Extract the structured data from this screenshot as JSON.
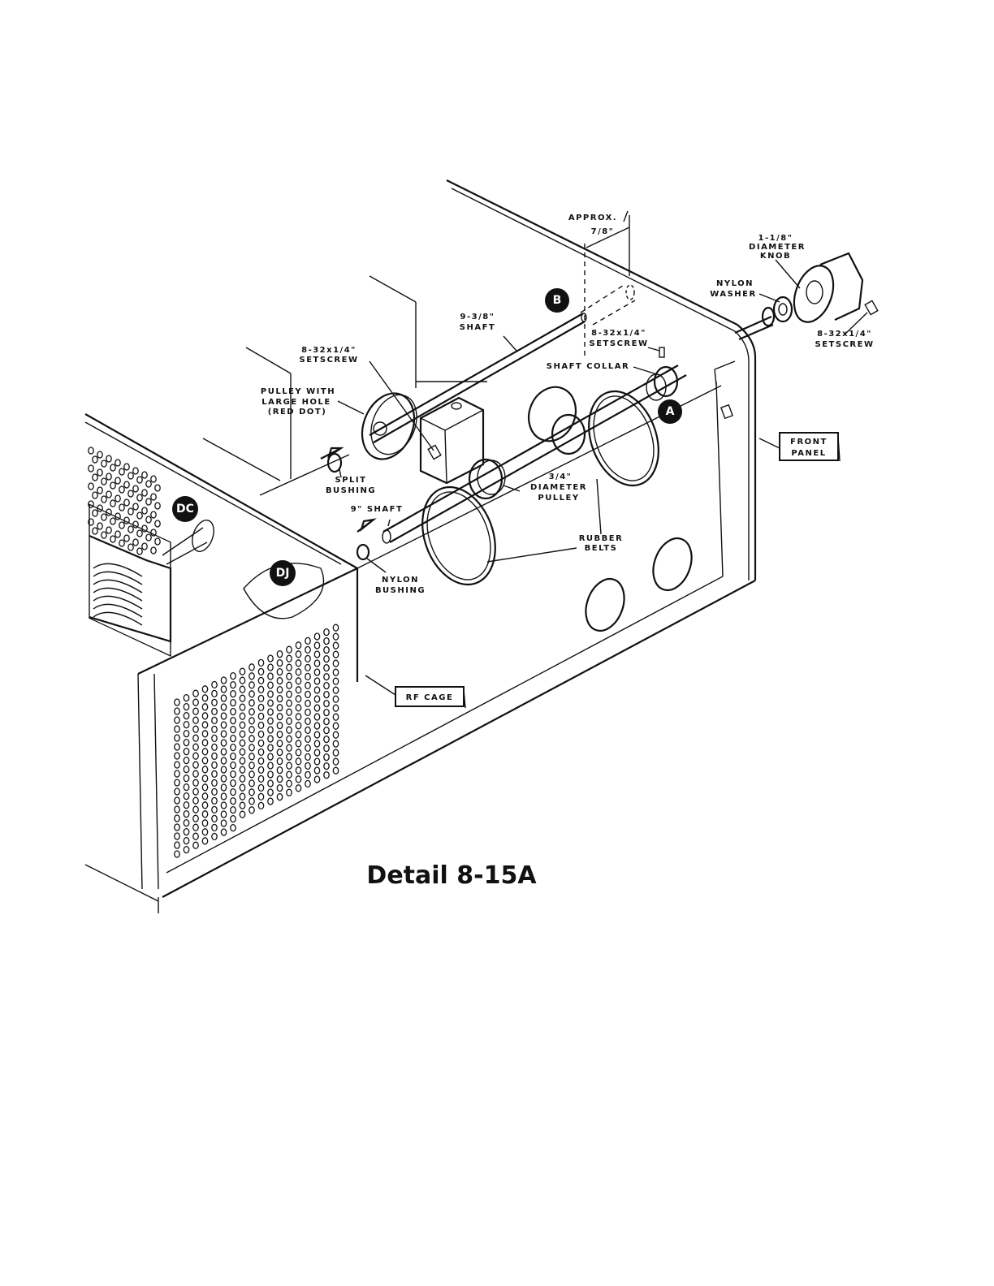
{
  "figure": {
    "title": "Detail 8-15A",
    "callouts": {
      "a": "A",
      "b": "B",
      "dc": "DC",
      "dj": "DJ"
    },
    "labels": {
      "approx": "APPROX.",
      "dim_78": "7/8\"",
      "knob_1": "1-1/8\"",
      "knob_2": "DIAMETER",
      "knob_3": "KNOB",
      "nylon_washer_1": "NYLON",
      "nylon_washer_2": "WASHER",
      "setscrew_right_1": "8-32x1/4\"",
      "setscrew_right_2": "SETSCREW",
      "shaft938_1": "9-3/8\"",
      "shaft938_2": "SHAFT",
      "setscrew_mid_1": "8-32x1/4\"",
      "setscrew_mid_2": "SETSCREW",
      "shaft_collar": "SHAFT COLLAR",
      "setscrew_left_1": "8-32x1/4\"",
      "setscrew_left_2": "SETSCREW",
      "pulley_large_1": "PULLEY WITH",
      "pulley_large_2": "LARGE HOLE",
      "pulley_large_3": "(RED DOT)",
      "split_bushing_1": "SPLIT",
      "split_bushing_2": "BUSHING",
      "shaft9": "9\" SHAFT",
      "pulley34_1": "3/4\"",
      "pulley34_2": "DIAMETER",
      "pulley34_3": "PULLEY",
      "rubber_belts_1": "RUBBER",
      "rubber_belts_2": "BELTS",
      "nylon_bushing_1": "NYLON",
      "nylon_bushing_2": "BUSHING",
      "front_panel_1": "FRONT",
      "front_panel_2": "PANEL",
      "rf_cage": "RF CAGE"
    }
  },
  "colors": {
    "ink": "#111111",
    "paper": "#ffffff"
  }
}
